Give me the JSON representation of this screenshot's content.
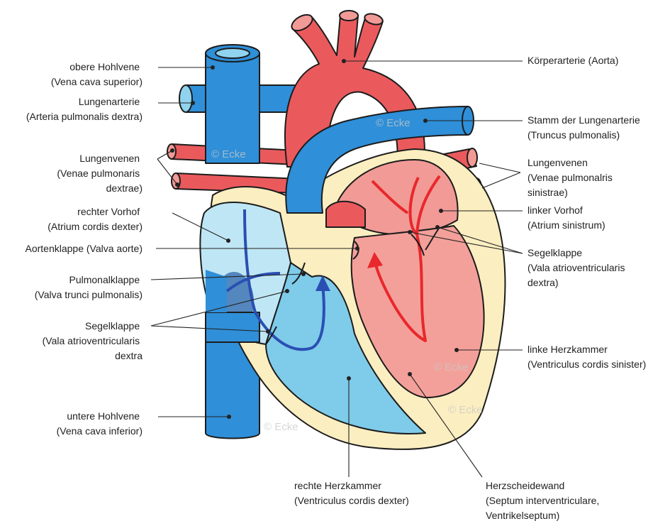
{
  "colors": {
    "artery": "#ea5a5d",
    "artery_light": "#f29a96",
    "vein": "#2f8fd8",
    "vein_light": "#8fd3ee",
    "muscle": "#fbeec0",
    "outline": "#1c1c1c",
    "arrow_red": "#e8282c",
    "arrow_blue": "#2a4fb3",
    "line": "#222222"
  },
  "watermark": "© Ecke",
  "labels": {
    "vena_cava_superior": [
      "obere Hohlvene",
      "(Vena cava superior)"
    ],
    "arteria_pulmonalis": [
      "Lungenarterie",
      "(Arteria pulmonalis dextra)"
    ],
    "venae_pulmonares_dextrae": [
      "Lungenvenen",
      "(Venae pulmonaris",
      "dextrae)"
    ],
    "atrium_dexter": [
      "rechter Vorhof",
      "(Atrium cordis dexter)"
    ],
    "aortenklappe": [
      "Aortenklappe (Valva aorte)"
    ],
    "pulmonalklappe": [
      "Pulmonalklappe",
      "(Valva trunci pulmonalis)"
    ],
    "segelklappe_rechts": [
      "Segelklappe",
      "(Vala atrioventricularis",
      "dextra"
    ],
    "vena_cava_inferior": [
      "untere Hohlvene",
      "(Vena cava inferior)"
    ],
    "ventriculus_dexter": [
      "rechte Herzkammer",
      "(Ventriculus cordis dexter)"
    ],
    "septum": [
      "Herzscheidewand",
      "(Septum interventriculare,",
      "Ventrikelseptum)"
    ],
    "ventriculus_sinister": [
      "linke Herzkammer",
      "(Ventriculus cordis sinister)"
    ],
    "segelklappe_links": [
      "Segelklappe",
      "(Vala atrioventricularis",
      " dextra)"
    ],
    "atrium_sinistrum": [
      "linker Vorhof",
      "(Atrium sinistrum)"
    ],
    "venae_pulmonales_sinistrae": [
      "Lungenvenen",
      "(Venae pulmonalris",
      "sinistrae)"
    ],
    "truncus_pulmonalis": [
      "Stamm der Lungenarterie",
      "(Truncus pulmonalis)"
    ],
    "aorta": [
      "Körperarterie (Aorta)"
    ]
  }
}
